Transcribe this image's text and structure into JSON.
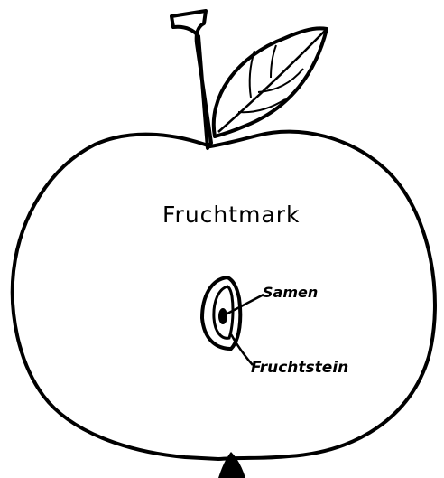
{
  "labels": {
    "flesh": "Fruchtmark",
    "seed": "Samen",
    "stone": "Fruchtstein"
  },
  "colors": {
    "ink": "#000000",
    "paper": "#ffffff"
  }
}
